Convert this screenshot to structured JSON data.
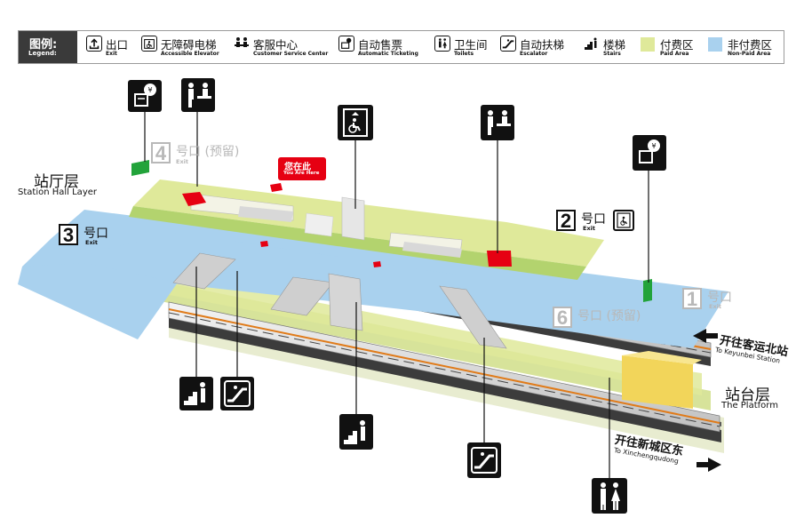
{
  "legend": {
    "title_zh": "图例:",
    "title_en": "Legend:",
    "items": [
      {
        "icon": "exit-icon",
        "zh": "出口",
        "en": "Exit"
      },
      {
        "icon": "accessible-elevator-icon",
        "zh": "无障碍电梯",
        "en": "Accessible Elevator"
      },
      {
        "icon": "customer-service-icon",
        "zh": "客服中心",
        "en": "Customer Service Center"
      },
      {
        "icon": "ticket-machine-icon",
        "zh": "自动售票",
        "en": "Automatic Ticketing"
      },
      {
        "icon": "toilet-icon",
        "zh": "卫生间",
        "en": "Toilets"
      },
      {
        "icon": "escalator-icon",
        "zh": "自动扶梯",
        "en": "Escalator"
      },
      {
        "icon": "stairs-icon",
        "zh": "楼梯",
        "en": "Stairs"
      },
      {
        "icon": "paid-area-swatch",
        "zh": "付费区",
        "en": "Paid Area",
        "color": "#dfe99a"
      },
      {
        "icon": "non-paid-area-swatch",
        "zh": "非付费区",
        "en": "Non-Paid Area",
        "color": "#a9d1ee"
      }
    ]
  },
  "floors": {
    "hall_zh": "站厅层",
    "hall_en": "Station Hall Layer",
    "platform_zh": "站台层",
    "platform_en": "The Platform"
  },
  "you_are_here": {
    "zh": "您在此",
    "en": "You Are Here"
  },
  "exits": {
    "e1": {
      "num": "1",
      "zh": "号口",
      "en": "Exit",
      "status": "faded"
    },
    "e2": {
      "num": "2",
      "zh": "号口",
      "en": "Exit",
      "status": "open"
    },
    "e3": {
      "num": "3",
      "zh": "号口",
      "en": "Exit",
      "status": "open"
    },
    "e4": {
      "num": "4",
      "zh": "号口 (预留)",
      "en": "Exit",
      "status": "reserved"
    },
    "e6": {
      "num": "6",
      "zh": "号口 (预留)",
      "en": "",
      "status": "reserved"
    }
  },
  "directions": {
    "up": {
      "zh": "开往客运北站",
      "en": "To Keyunbei Station"
    },
    "down": {
      "zh": "开往新城区东",
      "en": "To Xinchengqudong"
    }
  },
  "colors": {
    "paid": "#dfe99a",
    "non_paid": "#a9d1ee",
    "brand_red": "#e60012",
    "exit_green": "#22a33a",
    "sign_black": "#111111"
  }
}
